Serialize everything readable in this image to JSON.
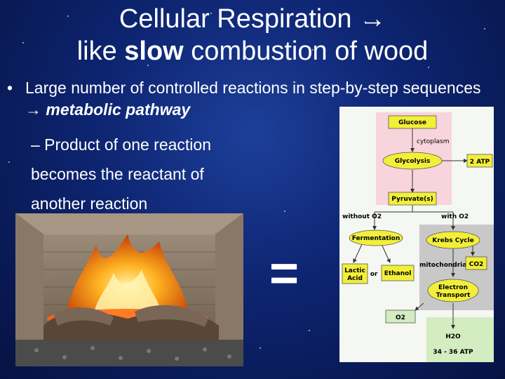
{
  "title": {
    "line1": "Cellular Respiration",
    "line2_pre": "like ",
    "line2_bold": "slow",
    "line2_post": " combustion of wood"
  },
  "bullet": {
    "text": "Large number of controlled reactions in step-by-step sequences",
    "emphasis": "metabolic pathway"
  },
  "sub": {
    "line1": "– Product of one reaction",
    "line2": "becomes the reactant of",
    "line3": "another reaction"
  },
  "equals_sign": "=",
  "diagram": {
    "glucose": "Glucose",
    "cytoplasm": "cytoplasm",
    "glycolysis": "Glycolysis",
    "atp2": "2 ATP",
    "pyruvate": "Pyruvate(s)",
    "without_o2": "without O2",
    "with_o2": "with O2",
    "fermentation": "Fermentation",
    "krebs": "Krebs Cycle",
    "lactic_acid_1": "Lactic",
    "lactic_acid_2": "Acid",
    "or": "or",
    "ethanol": "Ethanol",
    "mitochondria": "mitochondria",
    "co2": "CO2",
    "electron_1": "Electron",
    "electron_2": "Transport",
    "o2": "O2",
    "h2o": "H2O",
    "atp_final": "34 - 36 ATP"
  },
  "colors": {
    "yellow": "#f2ef3a",
    "pink": "#f8d4dc",
    "gray": "#c8c8c8",
    "green": "#d3ecc0"
  }
}
